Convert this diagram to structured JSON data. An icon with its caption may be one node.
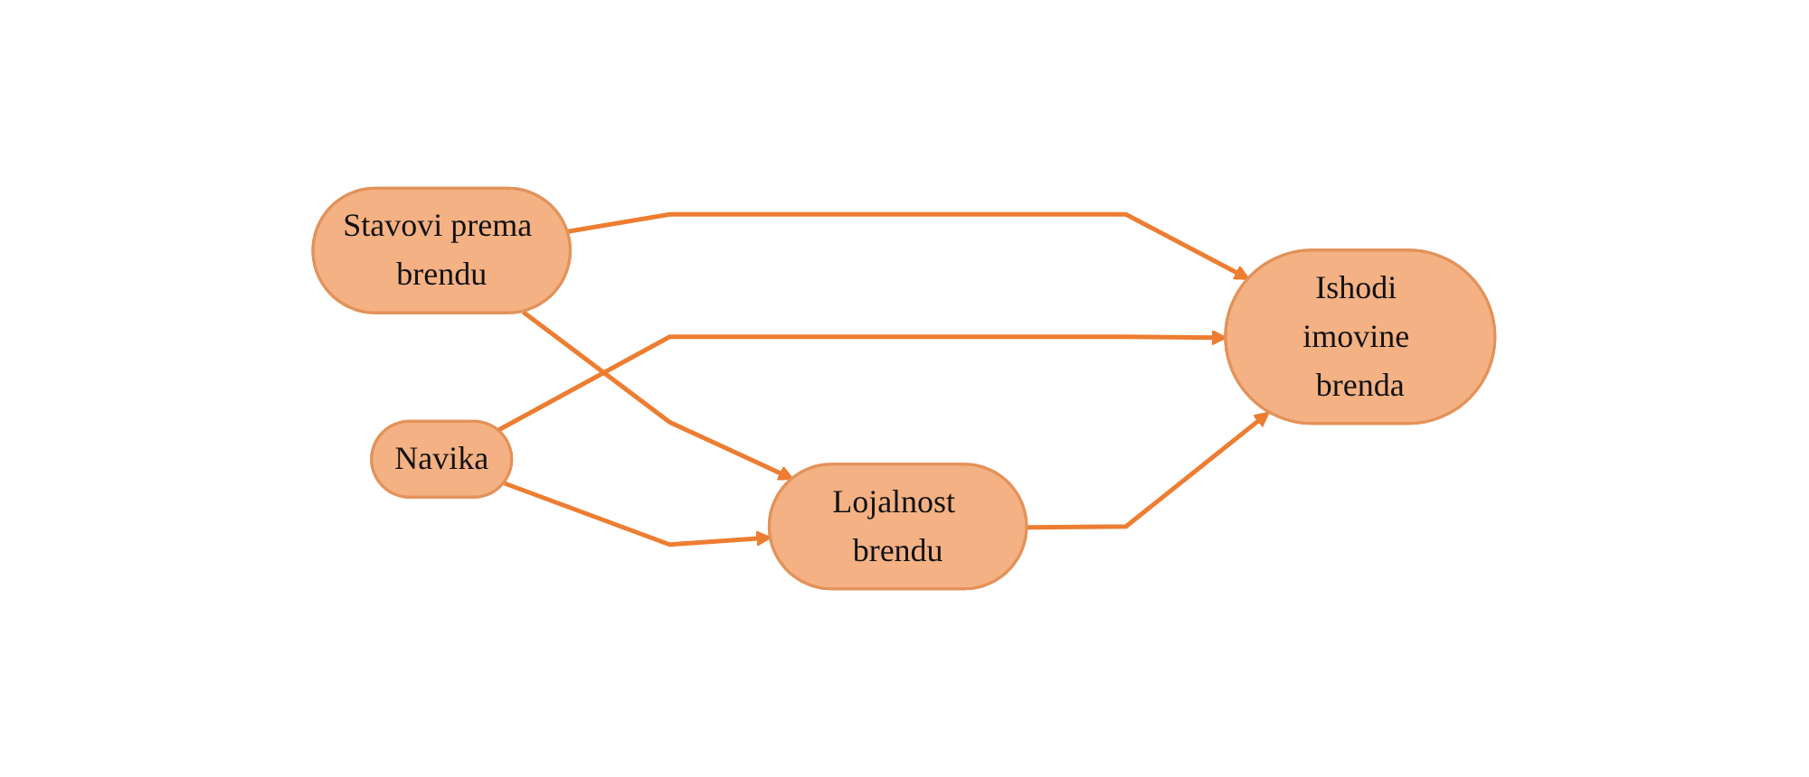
{
  "diagram": {
    "nodes": [
      {
        "text": [
          "Stavovi prema brendu"
        ]
      },
      {
        "text": [
          "Navika"
        ]
      },
      {
        "text": [
          "Lojalnost brendu"
        ]
      },
      {
        "text": [
          "Ishodi imovine brenda"
        ]
      }
    ],
    "edges": [
      {
        "from": 0,
        "to": 2,
        "arrow": "to"
      },
      {
        "from": 0,
        "to": 3,
        "arrow": "to"
      },
      {
        "from": 1,
        "to": 2,
        "arrow": "to"
      },
      {
        "from": 1,
        "to": 3,
        "arrow": "to"
      },
      {
        "from": 2,
        "to": 3,
        "arrow": "to"
      }
    ]
  }
}
